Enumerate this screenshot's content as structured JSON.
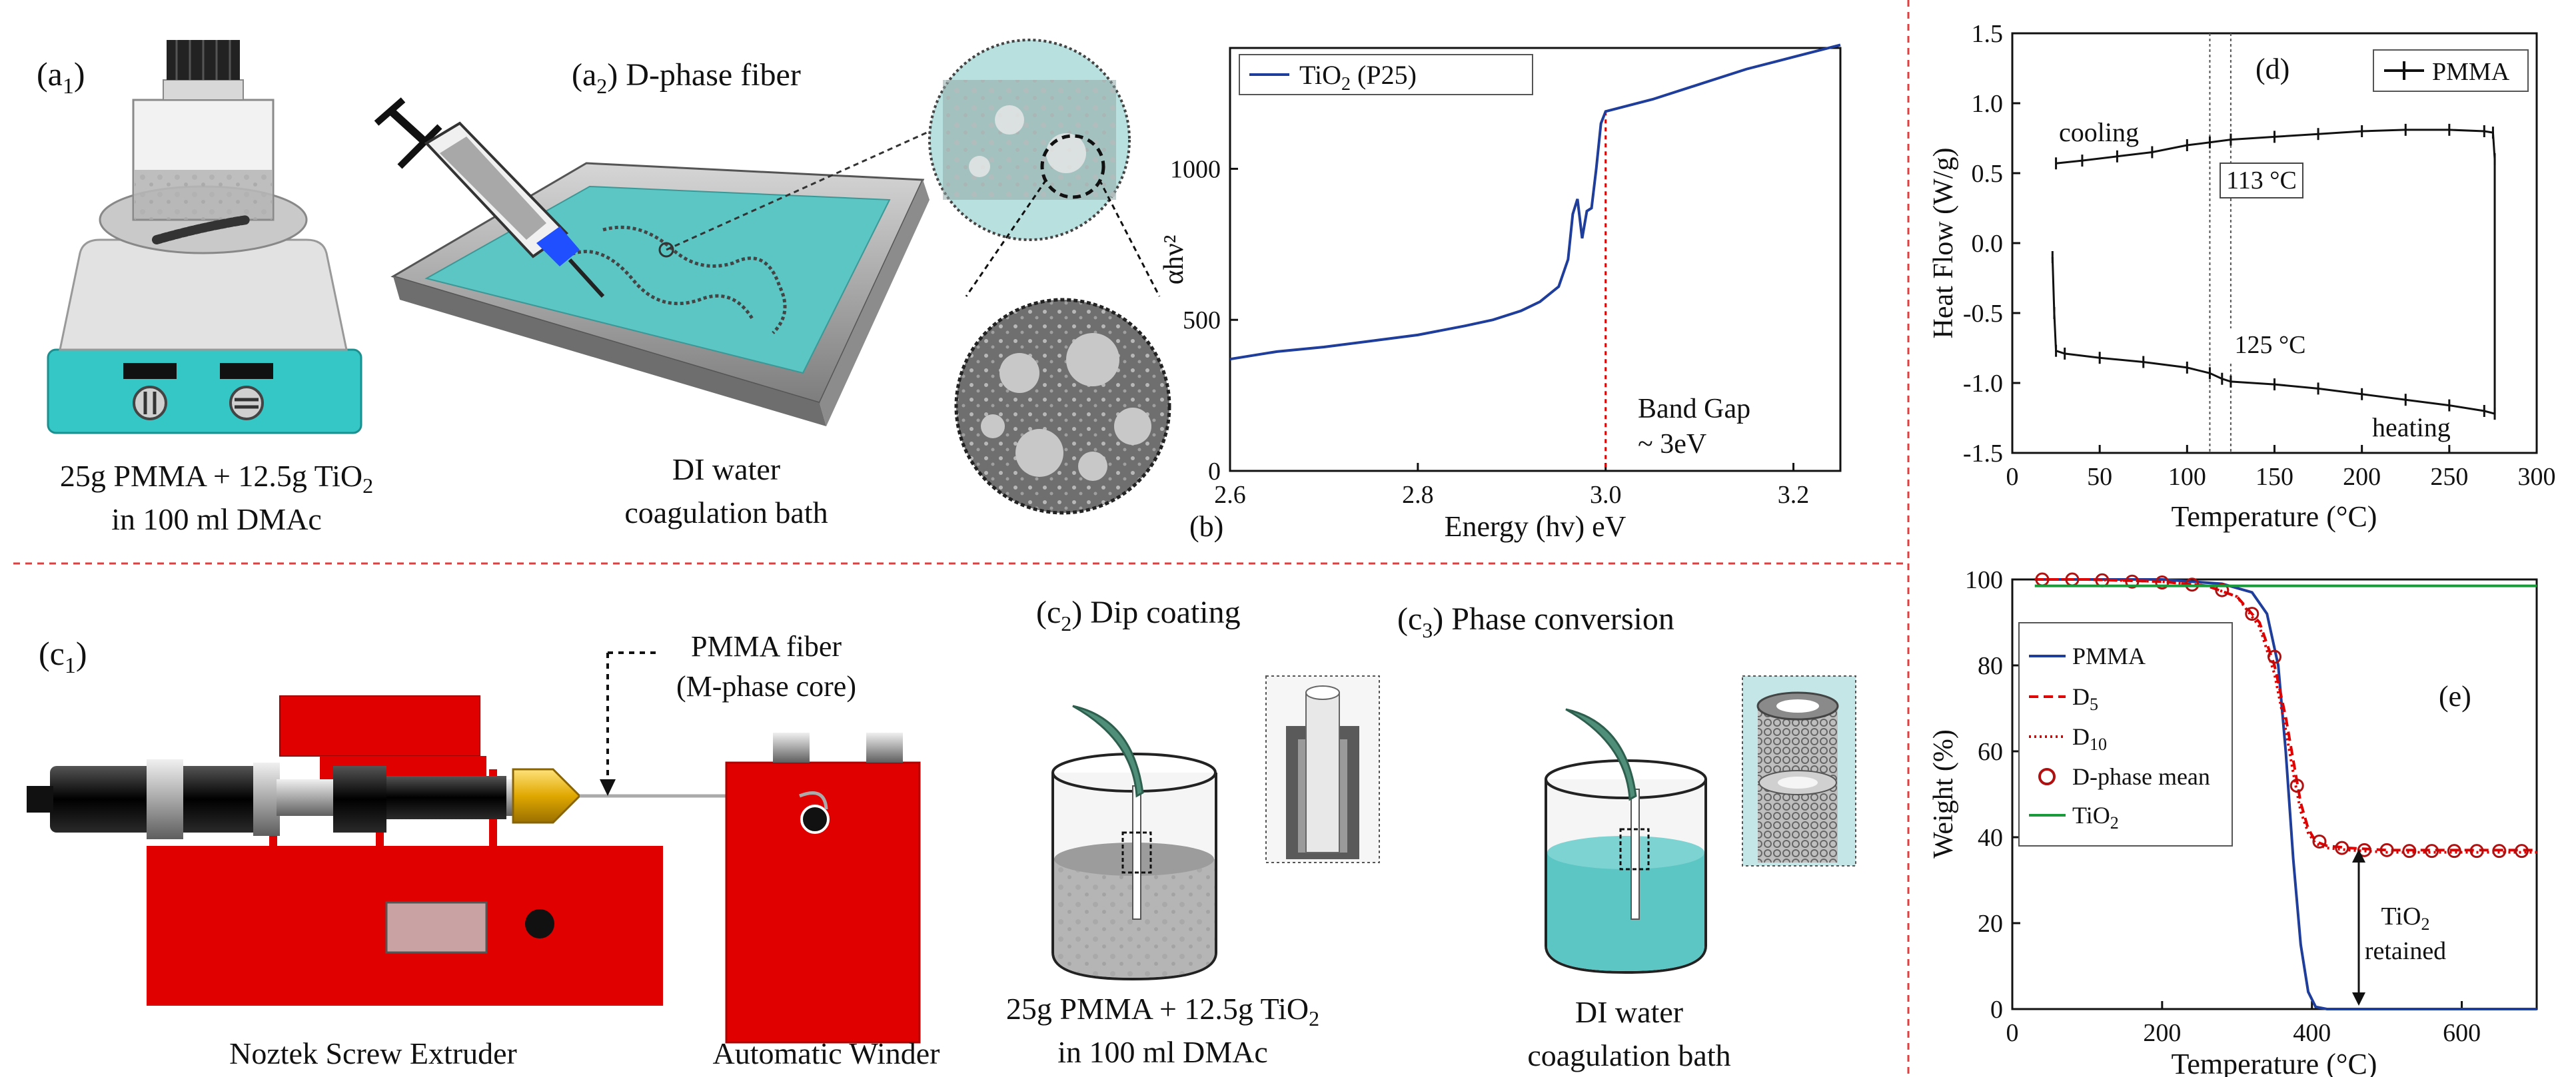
{
  "panels": {
    "a1": {
      "label_main": "(a",
      "label_sub": "1",
      "label_close": ")",
      "line1_pre": "25g PMMA + 12.5g TiO",
      "line1_sub": "2",
      "line2": "in 100 ml DMAc"
    },
    "a2": {
      "label_main": "(a",
      "label_sub": "2",
      "label_close": ") D-phase fiber",
      "line1": "DI water",
      "line2": "coagulation bath"
    },
    "c1": {
      "label_main": "(c",
      "label_sub": "1",
      "label_close": ")",
      "fiber_line1": "PMMA fiber",
      "fiber_line2": "(M-phase core)",
      "extruder": "Noztek Screw Extruder",
      "winder": "Automatic Winder"
    },
    "c2": {
      "label_main": "(c",
      "label_sub": "2",
      "label_close": ") Dip coating",
      "line1_pre": "25g PMMA + 12.5g TiO",
      "line1_sub": "2",
      "line2": "in 100 ml DMAc"
    },
    "c3": {
      "label_main": "(c",
      "label_sub": "3",
      "label_close": ") Phase conversion",
      "line1": "DI water",
      "line2": "coagulation bath"
    }
  },
  "colors": {
    "red": "#e10000",
    "teal": "#5cc6c4",
    "hotplate": "#35c6c6",
    "navy": "#1f3d9a",
    "green": "#1a9a3a",
    "divider": "#e43d3d"
  },
  "chart_data": [
    {
      "id": "b",
      "type": "line",
      "panel_label": "(b)",
      "xlabel": "Energy (hv) eV",
      "ylabel": "αhν²",
      "xlim": [
        2.6,
        3.25
      ],
      "ylim": [
        0,
        1400
      ],
      "xticks": [
        "2.6",
        "2.8",
        "3.0",
        "3.2"
      ],
      "yticks": [
        "0",
        "500",
        "1000"
      ],
      "legend_pre": "TiO",
      "legend_sub": "2",
      "legend_post": " (P25)",
      "annotation_line1": "Band Gap",
      "annotation_line2": "~ 3eV",
      "bandgap_x": 3.0,
      "series": [
        {
          "name": "TiO2 (P25)",
          "x": [
            2.6,
            2.65,
            2.7,
            2.75,
            2.8,
            2.85,
            2.88,
            2.91,
            2.93,
            2.95,
            2.96,
            2.965,
            2.97,
            2.975,
            2.98,
            2.985,
            2.99,
            2.995,
            3.0,
            3.05,
            3.1,
            3.15,
            3.2,
            3.25
          ],
          "y": [
            370,
            395,
            410,
            430,
            450,
            480,
            500,
            530,
            560,
            610,
            700,
            850,
            900,
            770,
            860,
            870,
            1000,
            1150,
            1190,
            1230,
            1280,
            1330,
            1370,
            1410
          ]
        }
      ]
    },
    {
      "id": "d",
      "type": "line",
      "panel_label": "(d)",
      "xlabel": "Temperature (°C)",
      "ylabel": "Heat Flow (W/g)",
      "xlim": [
        0,
        300
      ],
      "ylim": [
        -1.5,
        1.5
      ],
      "xticks": [
        "0",
        "50",
        "100",
        "150",
        "200",
        "250",
        "300"
      ],
      "yticks": [
        "1.5",
        "1.0",
        "0.5",
        "0.0",
        "-0.5",
        "-1.0",
        "-1.5"
      ],
      "legend": "PMMA",
      "labels": {
        "cooling": "cooling",
        "heating": "heating",
        "t1": "113 °C",
        "t2": "125 °C"
      },
      "vlines": [
        113,
        125
      ],
      "series": [
        {
          "name": "PMMA",
          "x": [
            25,
            40,
            60,
            80,
            100,
            113,
            125,
            150,
            175,
            200,
            225,
            250,
            270,
            275,
            276,
            276,
            270,
            250,
            225,
            200,
            175,
            150,
            125,
            120,
            113,
            100,
            75,
            50,
            30,
            25,
            24,
            23
          ],
          "y": [
            0.57,
            0.59,
            0.62,
            0.65,
            0.7,
            0.72,
            0.74,
            0.76,
            0.78,
            0.8,
            0.81,
            0.81,
            0.8,
            0.79,
            0.6,
            -1.22,
            -1.2,
            -1.16,
            -1.12,
            -1.08,
            -1.04,
            -1.01,
            -0.99,
            -0.97,
            -0.93,
            -0.89,
            -0.85,
            -0.82,
            -0.79,
            -0.77,
            -0.5,
            -0.1
          ]
        }
      ]
    },
    {
      "id": "e",
      "type": "line",
      "panel_label": "(e)",
      "xlabel": "Temperature (°C)",
      "ylabel": "Weight (%)",
      "xlim": [
        0,
        700
      ],
      "ylim": [
        0,
        100
      ],
      "xticks": [
        "0",
        "200",
        "400",
        "600"
      ],
      "yticks": [
        "100",
        "80",
        "60",
        "40",
        "20",
        "0"
      ],
      "annotation_pre": "TiO",
      "annotation_sub": "2",
      "annotation_line2": "retained",
      "legend_items": [
        {
          "pre": "PMMA",
          "sub": ""
        },
        {
          "pre": "D",
          "sub": "5"
        },
        {
          "pre": "D",
          "sub": "10"
        },
        {
          "pre": "D-phase mean",
          "sub": ""
        },
        {
          "pre": "TiO",
          "sub": "2"
        }
      ],
      "series": [
        {
          "name": "PMMA",
          "style": "solid",
          "color": "#1f3d9a",
          "x": [
            30,
            100,
            200,
            280,
            320,
            340,
            355,
            365,
            375,
            385,
            395,
            405,
            420,
            700
          ],
          "y": [
            100,
            100,
            100,
            99,
            97,
            92,
            80,
            60,
            35,
            15,
            4,
            0.5,
            0,
            0
          ]
        },
        {
          "name": "D5",
          "style": "dashed",
          "color": "#e10000",
          "x": [
            30,
            100,
            200,
            260,
            300,
            330,
            350,
            365,
            375,
            385,
            395,
            405,
            420,
            450,
            500,
            600,
            700
          ],
          "y": [
            100,
            100,
            99.5,
            98.5,
            96,
            90,
            80,
            68,
            58,
            48,
            42,
            39,
            38,
            37.5,
            37,
            37,
            37
          ]
        },
        {
          "name": "D10",
          "style": "dotted",
          "color": "#e10000",
          "x": [
            30,
            100,
            200,
            260,
            300,
            330,
            350,
            365,
            375,
            385,
            395,
            405,
            420,
            450,
            500,
            600,
            700
          ],
          "y": [
            100,
            100,
            99.5,
            98.5,
            96,
            89,
            78,
            65,
            55,
            46,
            41,
            38.5,
            37.5,
            37,
            36.5,
            36.5,
            36.5
          ]
        },
        {
          "name": "D-phase mean",
          "style": "markers",
          "color": "#b01010",
          "x": [
            40,
            80,
            120,
            160,
            200,
            240,
            280,
            320,
            350,
            380,
            410,
            440,
            470,
            500,
            530,
            560,
            590,
            620,
            650,
            680
          ],
          "y": [
            100,
            100,
            99.8,
            99.5,
            99.3,
            98.8,
            97.5,
            92,
            82,
            52,
            39,
            37.5,
            37,
            37,
            36.8,
            36.8,
            36.8,
            36.8,
            36.8,
            36.8
          ]
        },
        {
          "name": "TiO2",
          "style": "solid",
          "color": "#1a9a3a",
          "x": [
            30,
            700
          ],
          "y": [
            98.5,
            98.5
          ]
        }
      ]
    }
  ]
}
